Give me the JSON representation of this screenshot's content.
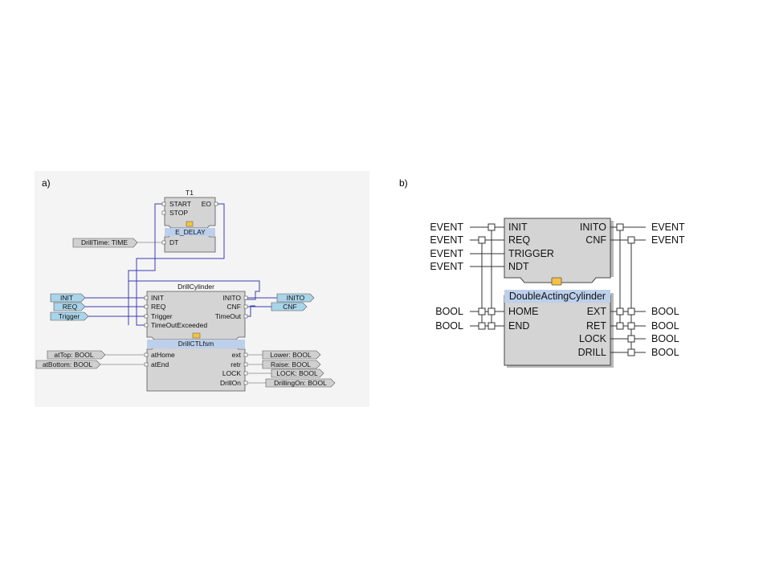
{
  "panel_a": {
    "label": "a)",
    "timer": {
      "instance": "T1",
      "type": "E_DELAY",
      "inputs": [
        "START",
        "STOP"
      ],
      "output": "EO",
      "data_input": "DT",
      "dt_source": "DrillTime: TIME"
    },
    "cylinder": {
      "instance": "DrillCylinder",
      "type": "DrillCTLfsm",
      "event_inputs": [
        "INIT",
        "REQ",
        "Trigger",
        "TimeOutExceeded"
      ],
      "event_outputs": [
        "INITO",
        "CNF",
        "TimeOut"
      ],
      "data_inputs": [
        "atHome",
        "atEnd"
      ],
      "data_outputs": [
        "ext",
        "retr",
        "LOCK",
        "DrillOn"
      ]
    },
    "left_events": [
      "INIT",
      "REQ",
      "Trigger"
    ],
    "right_events": [
      "INITO",
      "CNF"
    ],
    "left_data": [
      "atTop: BOOL",
      "atBottom: BOOL"
    ],
    "right_data": [
      "Lower: BOOL",
      "Raise: BOOL",
      "LOCK: BOOL",
      "DrillingOn: BOOL"
    ]
  },
  "panel_b": {
    "label": "b)",
    "type": "DoubleActingCylinder",
    "event_inputs": [
      "INIT",
      "REQ",
      "TRIGGER",
      "NDT"
    ],
    "event_outputs": [
      "INITO",
      "CNF"
    ],
    "data_inputs": [
      "HOME",
      "END"
    ],
    "data_outputs": [
      "EXT",
      "RET",
      "LOCK",
      "DRILL"
    ],
    "left_event_types": [
      "EVENT",
      "EVENT",
      "EVENT",
      "EVENT"
    ],
    "right_event_types": [
      "EVENT",
      "EVENT"
    ],
    "left_data_types": [
      "BOOL",
      "BOOL"
    ],
    "right_data_types": [
      "BOOL",
      "BOOL",
      "BOOL",
      "BOOL"
    ]
  },
  "colors": {
    "block_fill": "#d4d4d4",
    "block_stroke": "#555555",
    "type_bar": "#bcd0ec",
    "event_wire": "#3c3cb4",
    "data_wire": "#888888",
    "event_tag": "#a9d4ea",
    "data_tag": "#d0d0d0",
    "icon_fill": "#f6c23e",
    "panel_bg": "#f4f4f4"
  }
}
